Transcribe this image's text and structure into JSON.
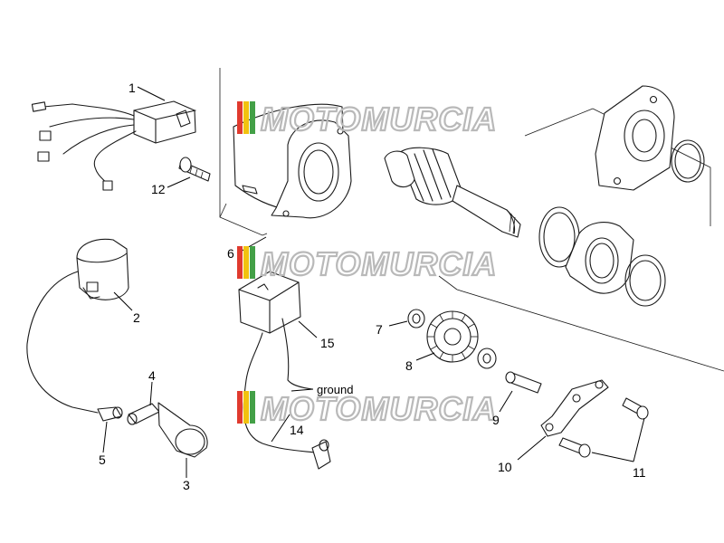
{
  "callouts": [
    {
      "id": "1",
      "label": "1"
    },
    {
      "id": "2",
      "label": "2"
    },
    {
      "id": "3",
      "label": "3"
    },
    {
      "id": "4",
      "label": "4"
    },
    {
      "id": "5",
      "label": "5"
    },
    {
      "id": "6",
      "label": "6"
    },
    {
      "id": "7",
      "label": "7"
    },
    {
      "id": "8",
      "label": "8"
    },
    {
      "id": "9",
      "label": "9"
    },
    {
      "id": "10",
      "label": "10"
    },
    {
      "id": "11",
      "label": "11"
    },
    {
      "id": "12",
      "label": "12"
    },
    {
      "id": "14",
      "label": "14"
    },
    {
      "id": "15",
      "label": "15"
    }
  ],
  "annotations": {
    "ground": "ground"
  },
  "watermark": {
    "text": "MOTOMURCIA",
    "colors": {
      "stripe_red": "#e03a2e",
      "stripe_yellow": "#f2c20f",
      "stripe_green": "#43a047",
      "text": "#b9b9b9"
    }
  }
}
